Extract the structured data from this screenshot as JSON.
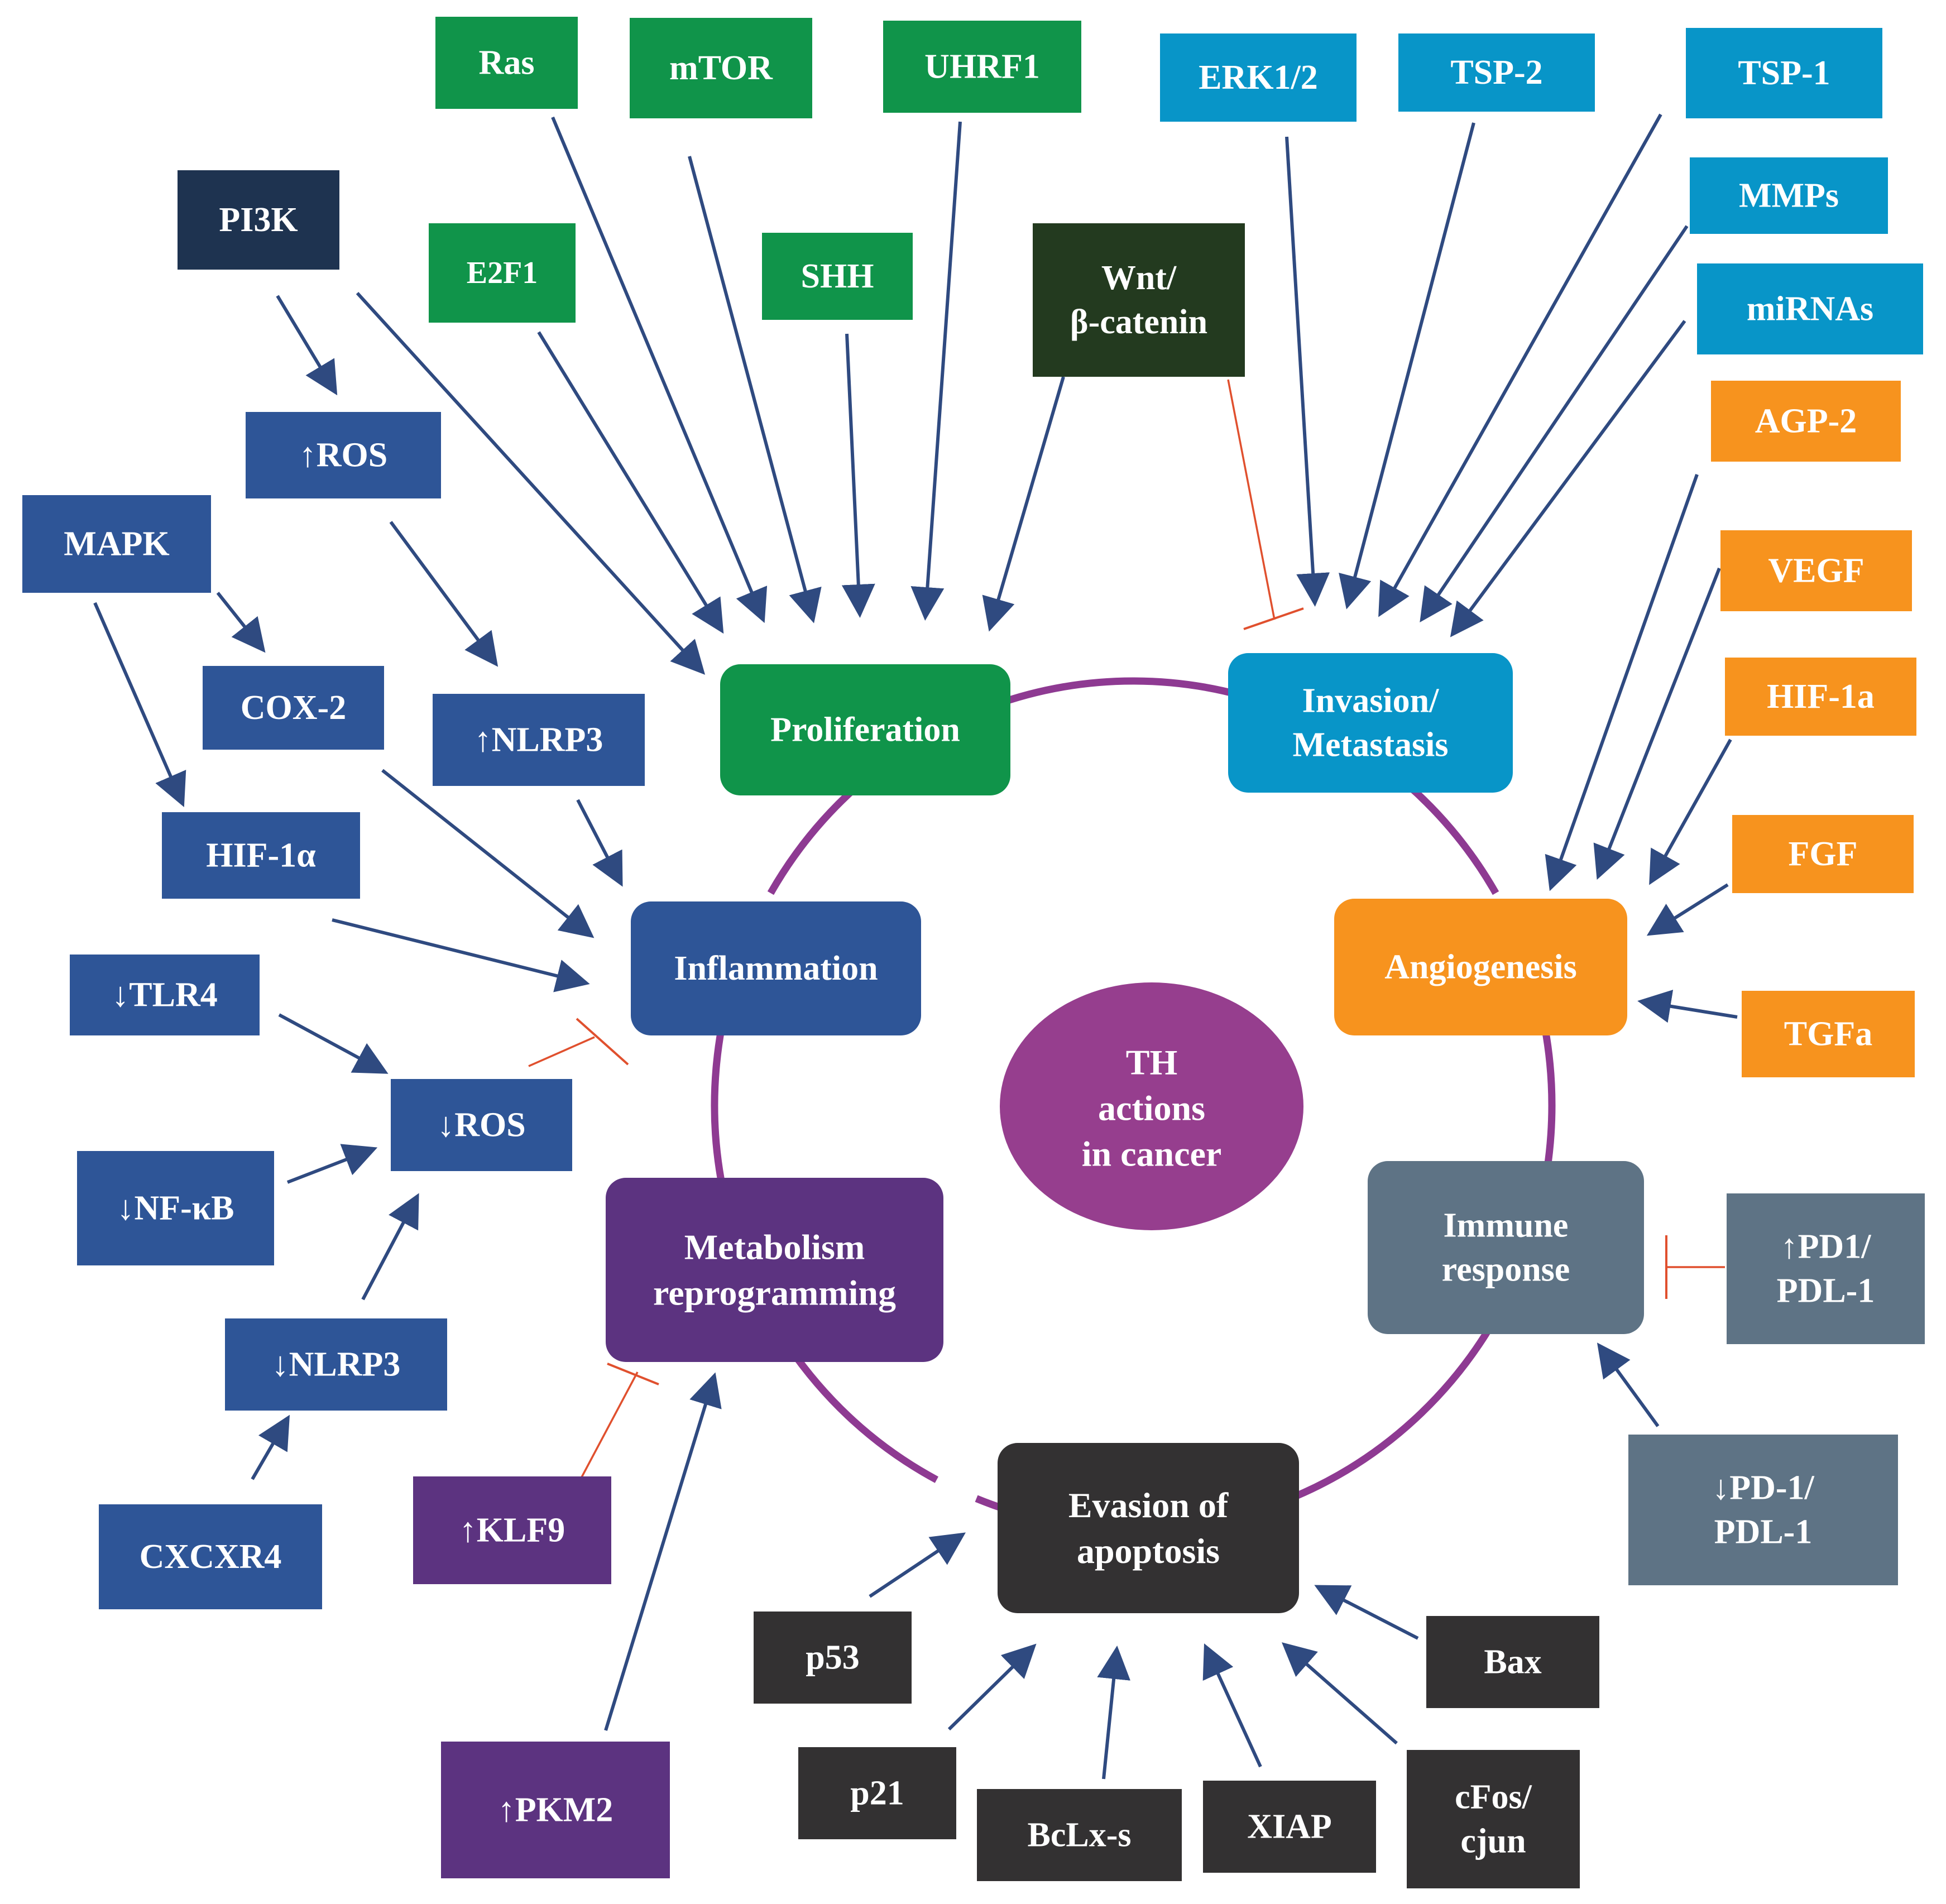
{
  "colors": {
    "green": "#10944A",
    "cyan": "#0895C8",
    "orange": "#F7931E",
    "blue": "#2E5597",
    "navy": "#1E3350",
    "darkgreen": "#233A1F",
    "purple": "#5C3380",
    "slate": "#5E7385",
    "charcoal": "#333132",
    "center": "#963E8E",
    "ring": "#8E3A92",
    "arrow": "#2F4A80",
    "inhibit": "#E0502E"
  },
  "center": {
    "lines": [
      "TH",
      "actions",
      "in cancer"
    ]
  },
  "hallmarks": {
    "proliferation": {
      "lines": [
        "Proliferation"
      ]
    },
    "invasion": {
      "lines": [
        "Invasion/",
        "Metastasis"
      ]
    },
    "angiogenesis": {
      "lines": [
        "Angiogenesis"
      ]
    },
    "immune": {
      "lines": [
        "Immune",
        "response"
      ]
    },
    "apoptosis": {
      "lines": [
        "Evasion of",
        "apoptosis"
      ]
    },
    "metabolism": {
      "lines": [
        "Metabolism",
        "reprogramming"
      ]
    },
    "inflammation": {
      "lines": [
        "Inflammation"
      ]
    }
  },
  "factors": {
    "ras": {
      "lines": [
        "Ras"
      ]
    },
    "mtor": {
      "lines": [
        "mTOR"
      ]
    },
    "uhrf1": {
      "lines": [
        "UHRF1"
      ]
    },
    "e2f1": {
      "lines": [
        "E2F1"
      ]
    },
    "shh": {
      "lines": [
        "SHH"
      ]
    },
    "wnt": {
      "lines": [
        "Wnt/",
        "β-catenin"
      ]
    },
    "pi3k": {
      "lines": [
        "PI3K"
      ]
    },
    "ros_up": {
      "lines": [
        "↑ROS"
      ]
    },
    "mapk": {
      "lines": [
        "MAPK"
      ]
    },
    "cox2": {
      "lines": [
        "COX-2"
      ]
    },
    "nlrp3_up": {
      "lines": [
        "↑NLRP3"
      ]
    },
    "hif1alpha": {
      "lines": [
        "HIF-1α"
      ]
    },
    "tlr4": {
      "lines": [
        "↓TLR4"
      ]
    },
    "ros_down": {
      "lines": [
        "↓ROS"
      ]
    },
    "nfkb": {
      "lines": [
        "↓NF-κB"
      ]
    },
    "nlrp3_down": {
      "lines": [
        "↓NLRP3"
      ]
    },
    "cxcxr4": {
      "lines": [
        "CXCXR4"
      ]
    },
    "klf9": {
      "lines": [
        "↑KLF9"
      ]
    },
    "pkm2": {
      "lines": [
        "↑PKM2"
      ]
    },
    "erk": {
      "lines": [
        "ERK1/2"
      ]
    },
    "tsp2": {
      "lines": [
        "TSP-2"
      ]
    },
    "tsp1": {
      "lines": [
        "TSP-1"
      ]
    },
    "mmps": {
      "lines": [
        "MMPs"
      ]
    },
    "mirnas": {
      "lines": [
        "miRNAs"
      ]
    },
    "agp2": {
      "lines": [
        "AGP-2"
      ]
    },
    "vegf": {
      "lines": [
        "VEGF"
      ]
    },
    "hif1a_o": {
      "lines": [
        "HIF-1a"
      ]
    },
    "fgf": {
      "lines": [
        "FGF"
      ]
    },
    "tgfa": {
      "lines": [
        "TGFa"
      ]
    },
    "pd1_up": {
      "lines": [
        "↑PD1/",
        "PDL-1"
      ]
    },
    "pd1_down": {
      "lines": [
        "↓PD-1/",
        "PDL-1"
      ]
    },
    "p53": {
      "lines": [
        "p53"
      ]
    },
    "p21": {
      "lines": [
        "p21"
      ]
    },
    "bclxs": {
      "lines": [
        "BcLx-s"
      ]
    },
    "xiap": {
      "lines": [
        "XIAP"
      ]
    },
    "cfos": {
      "lines": [
        "cFos/",
        "cjun"
      ]
    },
    "bax": {
      "lines": [
        "Bax"
      ]
    }
  }
}
